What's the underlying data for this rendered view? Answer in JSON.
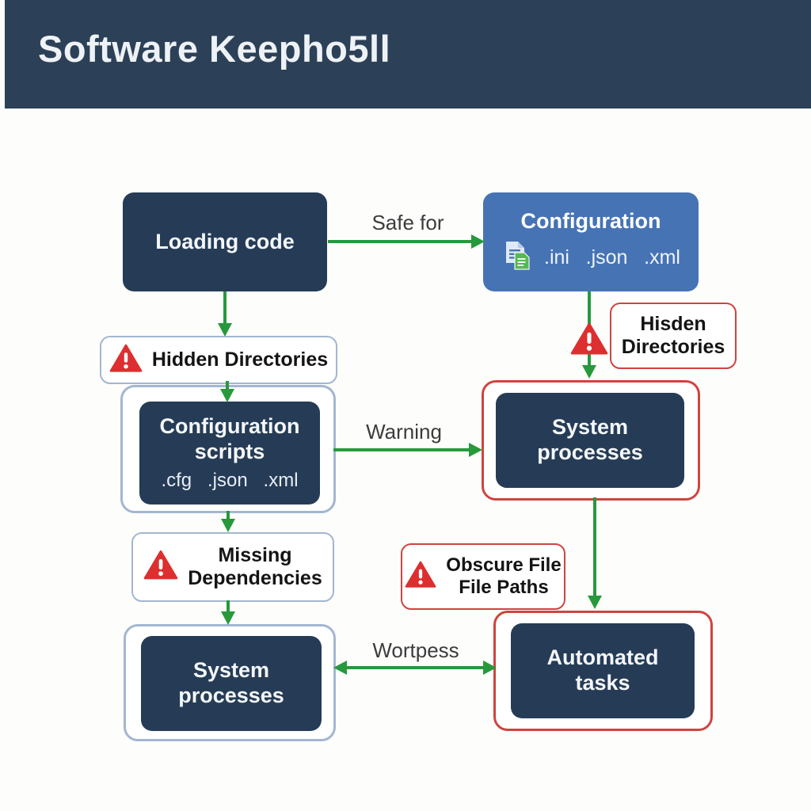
{
  "header": {
    "title": "Software Keepho5ll",
    "bg_color": "#2c4157"
  },
  "colors": {
    "node_navy": "#263c56",
    "node_blue": "#4673b4",
    "arrow_green": "#27993c",
    "border_red": "#cf4440",
    "border_lightblue": "#a3b6d2",
    "warning_triangle_red": "#dd2f2f",
    "edge_label_gray": "#3c3c3c"
  },
  "nodes": {
    "loading_code": {
      "label": "Loading code"
    },
    "configuration": {
      "title": "Configuration",
      "formats": ".ini .json .xml"
    },
    "hidden_directories": {
      "label": "Hidden Directories"
    },
    "hisden_directories": {
      "line1": "Hisden",
      "line2": "Directories"
    },
    "configuration_scripts": {
      "title": "Configuration scripts",
      "formats": ".cfg .json .xml"
    },
    "system_processes_right": {
      "line1": "System",
      "line2": "processes"
    },
    "missing_dependencies": {
      "line1": "Missing",
      "line2": "Dependencies"
    },
    "obscure_file_paths": {
      "line1": "Obscure File",
      "line2": "File Paths"
    },
    "system_processes_left": {
      "line1": "System",
      "line2": "processes"
    },
    "automated_tasks": {
      "line1": "Automated",
      "line2": "tasks"
    }
  },
  "edges": {
    "safe_for": "Safe for",
    "warning": "Warning",
    "wortpess": "Wortpess"
  },
  "icons": {
    "warning": "warning-triangle",
    "files": "config-files"
  }
}
